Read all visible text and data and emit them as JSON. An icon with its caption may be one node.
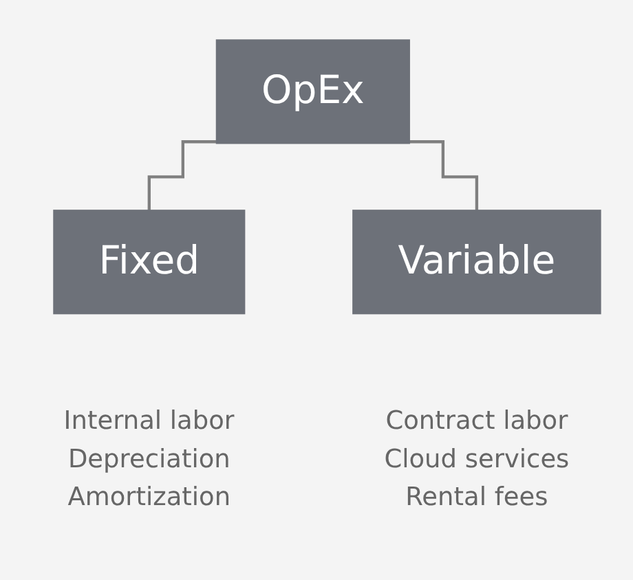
{
  "diagram": {
    "nodes": [
      {
        "text": [
          "OpEx"
        ]
      },
      {
        "text": [
          "Fixed"
        ],
        "beside": [
          "Internal labor",
          "Depreciation",
          "Amortization"
        ]
      },
      {
        "text": [
          "Variable"
        ],
        "beside": [
          "Contract labor",
          "Cloud services",
          "Rental fees"
        ]
      }
    ],
    "edges": [
      {
        "from": 0,
        "to": 1,
        "arrow": "none"
      },
      {
        "from": 0,
        "to": 2,
        "arrow": "none"
      }
    ]
  }
}
